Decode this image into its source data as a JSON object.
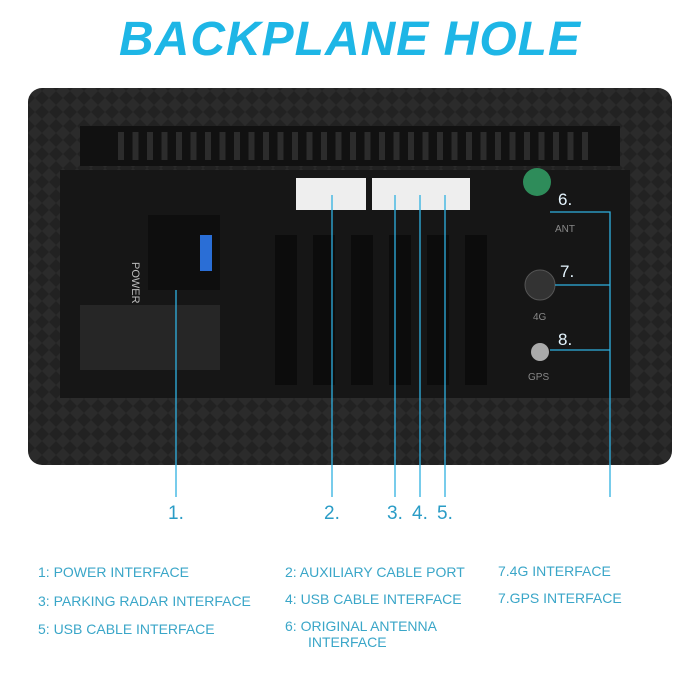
{
  "title": "BACKPLANE HOLE",
  "panel_labels": {
    "power": "POWER",
    "ant": "ANT",
    "4g": "4G",
    "gps": "GPS"
  },
  "callouts": {
    "c1": "1.",
    "c2": "2.",
    "c3": "3.",
    "c4": "4.",
    "c5": "5.",
    "c6": "6.",
    "c7": "7.",
    "c8": "8."
  },
  "legend": [
    "1: POWER INTERFACE",
    "3: PARKING RADAR INTERFACE",
    "5: USB CABLE INTERFACE",
    "2: AUXILIARY CABLE PORT",
    "4: USB CABLE INTERFACE",
    "6: ORIGINAL ANTENNA",
    "INTERFACE",
    "7.4G INTERFACE",
    "7.GPS INTERFACE"
  ],
  "colors": {
    "accent": "#1eb6e6",
    "legend": "#3aa6c8",
    "panel": "#1e1e1e"
  }
}
